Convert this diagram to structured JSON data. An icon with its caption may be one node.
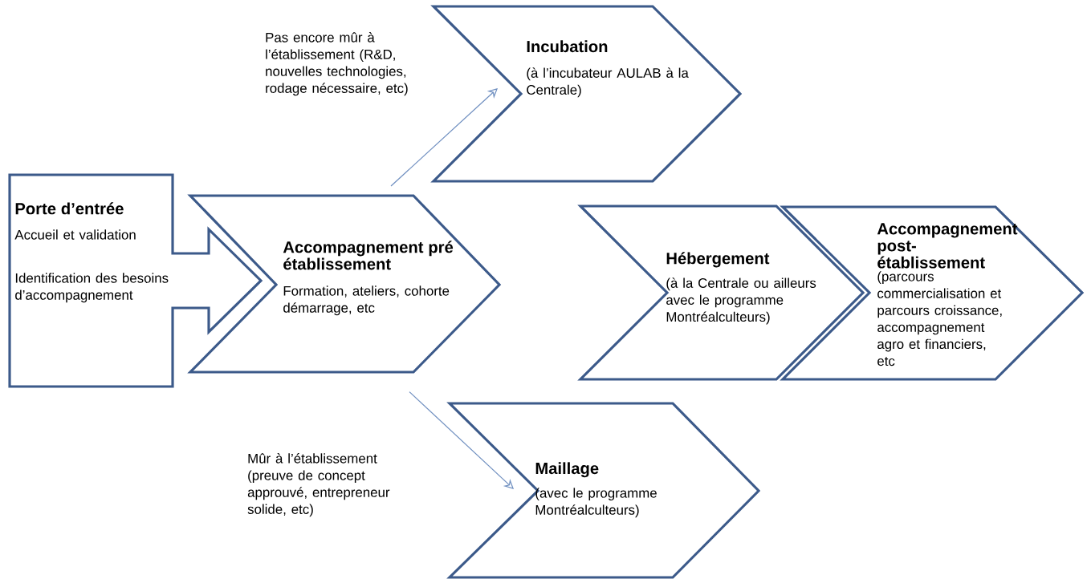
{
  "diagram": {
    "nodes": [
      {
        "text": [
          "Porte d’entrée",
          "Accueil et validation",
          "Identification des besoins d’accompagnement"
        ]
      },
      {
        "text": [
          "Accompagnement pré établissement",
          "Formation, ateliers, cohorte démarrage, etc"
        ]
      },
      {
        "text": [
          "Incubation",
          "(à l’incubateur AULAB à la Centrale)"
        ]
      },
      {
        "text": [
          "Hébergement",
          "(à la Centrale ou ailleurs avec le programme Montréalculteurs)"
        ]
      },
      {
        "text": [
          "Accompagnement post-établissement",
          "(parcours commercialisation et parcours croissance, accompagnement agro et financiers, etc"
        ]
      },
      {
        "text": [
          "Maillage",
          "(avec le programme Montréalculteurs)"
        ]
      }
    ],
    "edges": [
      {
        "from": 1,
        "to": 2,
        "arrow": "to",
        "label": "Pas encore mûr à l’établissement (R&D, nouvelles technologies, rodage nécessaire, etc)"
      },
      {
        "from": 1,
        "to": 5,
        "arrow": "to",
        "label": "Mûr à l’établissement (preuve de concept approuvé, entrepreneur solide, etc)"
      }
    ]
  }
}
